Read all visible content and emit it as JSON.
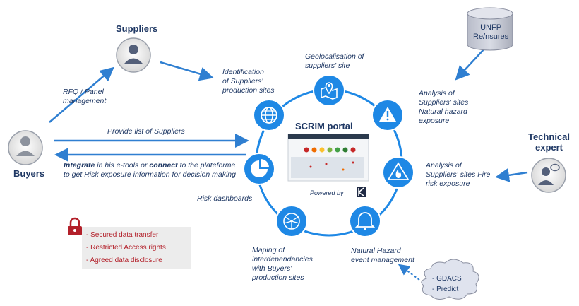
{
  "actors": {
    "suppliers": "Suppliers",
    "buyers": "Buyers",
    "technical_expert": "Technical\nexpert",
    "db": "UNFP\nRe/nsures"
  },
  "portal": {
    "title": "SCRIM portal",
    "powered_by": "Powered by"
  },
  "flows": {
    "rfq": "RFQ / Panel\nmanagement",
    "provide": "Provide list of Suppliers",
    "integrate_1": "in his e-tools or",
    "integrate_bold_1": "Integrate",
    "integrate_bold_2": "connect",
    "integrate_2": "to the plateforme",
    "integrate_3": "to get Risk exposure information for decision making"
  },
  "features": {
    "identification": "Identification\nof Suppliers'\nproduction sites",
    "geolocalisation": "Geolocalisation of\nsuppliers' site",
    "natural_hazard": "Analysis of\nSuppliers' sites\nNatural hazard\nexposure",
    "fire": "Analysis of\nSuppliers' sites Fire\nrisk exposure",
    "event": "Natural Hazard\nevent management",
    "mapping": "Maping of\ninterdependancies\nwith Buyers'\nproduction sites",
    "dashboards": "Risk dashboards"
  },
  "legend": {
    "items": [
      "- Secured data transfer",
      "- Restricted Access rights",
      "- Agreed data disclosure"
    ]
  },
  "cloud": {
    "items": [
      "- GDACS",
      "- Predict"
    ]
  },
  "colors": {
    "node": "#1e88e5",
    "ring": "#1e88e5",
    "arrow": "#2f7fd1",
    "text": "#1f3864",
    "security": "#b3202a"
  }
}
